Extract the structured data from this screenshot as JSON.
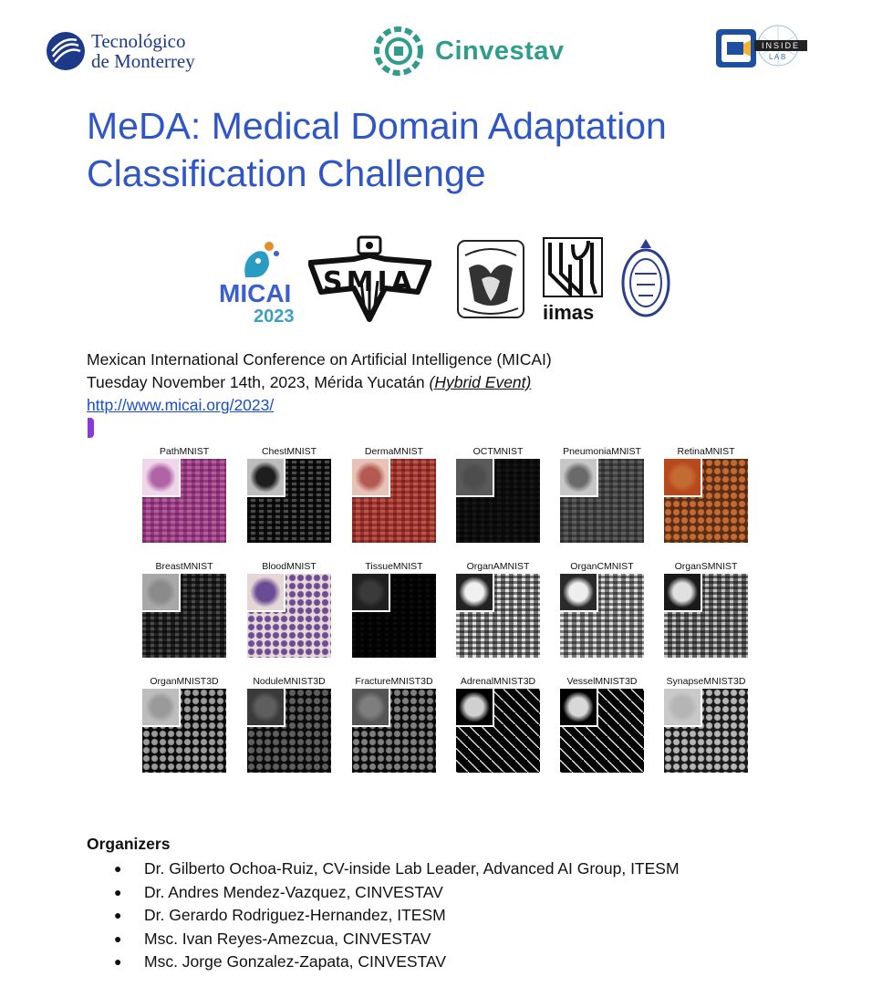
{
  "header": {
    "tec_line1": "Tecnológico",
    "tec_line2": "de Monterrey",
    "cinvestav": "Cinvestav",
    "inside_logo": "INSIDE",
    "inside_lab": "L A B"
  },
  "title": {
    "line1": "MeDA: Medical Domain Adaptation",
    "line2": "Classification Challenge"
  },
  "sponsors": {
    "micai_word": "MICAI",
    "micai_year": "2023",
    "smia_word": "SMIA",
    "iimas_word": "iimas"
  },
  "conference": {
    "name": "Mexican International Conference on Artificial Intelligence (MICAI)",
    "date_place": "Tuesday November 14th,  2023, Mérida Yucatán ",
    "event_type": "(Hybrid Event)",
    "url": "http://www.micai.org/2023/"
  },
  "datasets": [
    {
      "label": "PathMNIST",
      "bg": "#d79ac4",
      "fg": "#b064a6",
      "inset": "#f0d6ea",
      "style": "tiles"
    },
    {
      "label": "ChestMNIST",
      "bg": "#8a8a8a",
      "fg": "#1e1e1e",
      "inset": "#bdbdbd",
      "style": "tiles"
    },
    {
      "label": "DermaMNIST",
      "bg": "#d7958c",
      "fg": "#b55a52",
      "inset": "#e8c2b7",
      "style": "tiles"
    },
    {
      "label": "OCTMNIST",
      "bg": "#2a2a2a",
      "fg": "#4d4d4d",
      "inset": "#5a5a5a",
      "style": "tiles"
    },
    {
      "label": "PneumoniaMNIST",
      "bg": "#9a9a9a",
      "fg": "#6a6a6a",
      "inset": "#c7c7c7",
      "style": "tiles"
    },
    {
      "label": "RetinaMNIST",
      "bg": "#5a2c14",
      "fg": "#c46b33",
      "inset": "#b8481e",
      "style": "dots"
    },
    {
      "label": "BreastMNIST",
      "bg": "#3c3c3c",
      "fg": "#8a8a8a",
      "inset": "#a8a8a8",
      "style": "tiles"
    },
    {
      "label": "BloodMNIST",
      "bg": "#e9d6d6",
      "fg": "#6a4c95",
      "inset": "#e6d7d7",
      "style": "dots"
    },
    {
      "label": "TissueMNIST",
      "bg": "#0c0c0c",
      "fg": "#3a3a3a",
      "inset": "#202020",
      "style": "tiles"
    },
    {
      "label": "OrganAMNIST",
      "bg": "#7a7a7a",
      "fg": "#f0f0f0",
      "inset": "#222222",
      "style": "tiles"
    },
    {
      "label": "OrganCMNIST",
      "bg": "#808080",
      "fg": "#eeeeee",
      "inset": "#2a2a2a",
      "style": "tiles"
    },
    {
      "label": "OrganSMNIST",
      "bg": "#6e6e6e",
      "fg": "#e0e0e0",
      "inset": "#1a1a1a",
      "style": "tiles"
    },
    {
      "label": "OrganMNIST3D",
      "bg": "#0a0a0a",
      "fg": "#9a9a9a",
      "inset": "#bdbdbd",
      "style": "dots"
    },
    {
      "label": "NoduleMNIST3D",
      "bg": "#0a0a0a",
      "fg": "#5e5e5e",
      "inset": "#3a3a3a",
      "style": "dots"
    },
    {
      "label": "FractureMNIST3D",
      "bg": "#0a0a0a",
      "fg": "#7e7e7e",
      "inset": "#555555",
      "style": "dots"
    },
    {
      "label": "AdrenalMNIST3D",
      "bg": "#000000",
      "fg": "#d0d0d0",
      "inset": "#000000",
      "style": "specks"
    },
    {
      "label": "VesselMNIST3D",
      "bg": "#000000",
      "fg": "#d8d8d8",
      "inset": "#000000",
      "style": "specks"
    },
    {
      "label": "SynapseMNIST3D",
      "bg": "#1a1a1a",
      "fg": "#b5b5b5",
      "inset": "#c9c9c9",
      "style": "dots"
    }
  ],
  "organizers": {
    "heading": "Organizers",
    "bullet": "●",
    "people": [
      "Dr. Gilberto Ochoa-Ruiz, CV-inside Lab Leader, Advanced AI Group, ITESM",
      "Dr. Andres Mendez-Vazquez, CINVESTAV",
      "Dr. Gerardo Rodriguez-Hernandez, ITESM",
      "Msc. Ivan Reyes-Amezcua, CINVESTAV",
      "Msc. Jorge Gonzalez-Zapata, CINVESTAV"
    ]
  },
  "colors": {
    "title": "#2f56c7",
    "link": "#1a4ec9",
    "cinvestav": "#2f9c8c",
    "tec": "#1d3a8a"
  }
}
